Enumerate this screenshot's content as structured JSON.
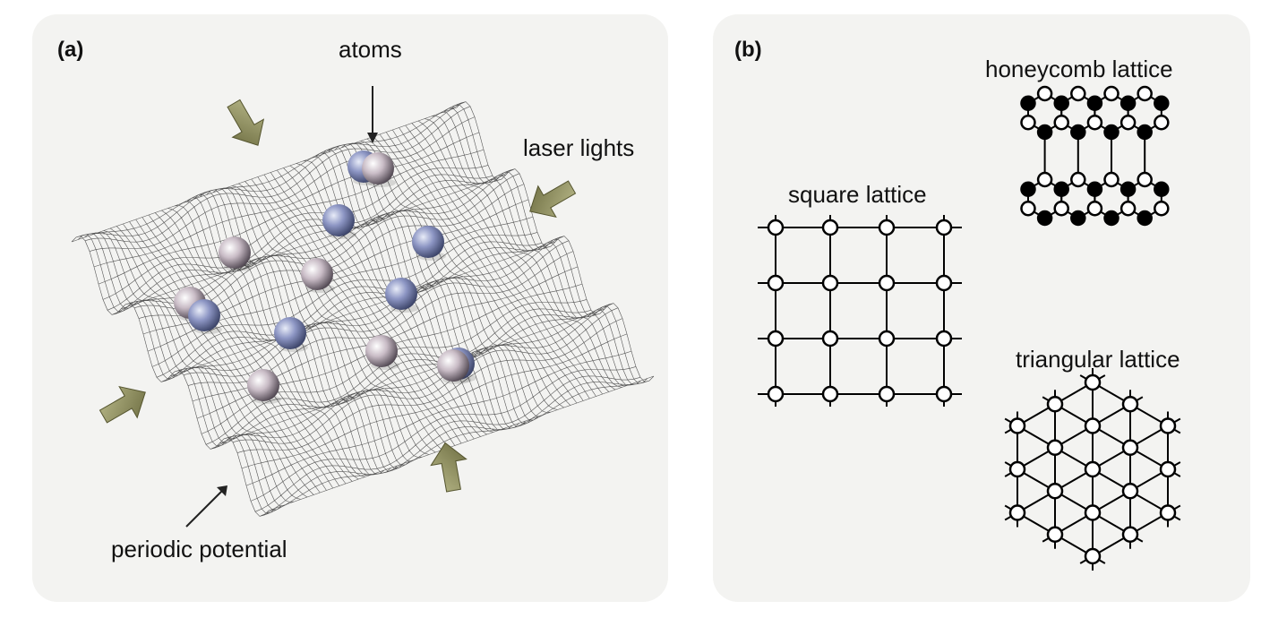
{
  "panel_a": {
    "tag": "(a)",
    "labels": {
      "atoms": "atoms",
      "laser_lights": "laser lights",
      "periodic_potential": "periodic potential"
    }
  },
  "panel_b": {
    "tag": "(b)",
    "labels": {
      "square": "square lattice",
      "honeycomb": "honeycomb lattice",
      "triangular": "triangular lattice"
    }
  },
  "colors": {
    "panel_bg": "#f3f3f1",
    "arrow_fill": "#8a8a5c",
    "atom_blue": "#8d96c4",
    "atom_pink": "#c9bcc6",
    "mesh": "#555555"
  }
}
